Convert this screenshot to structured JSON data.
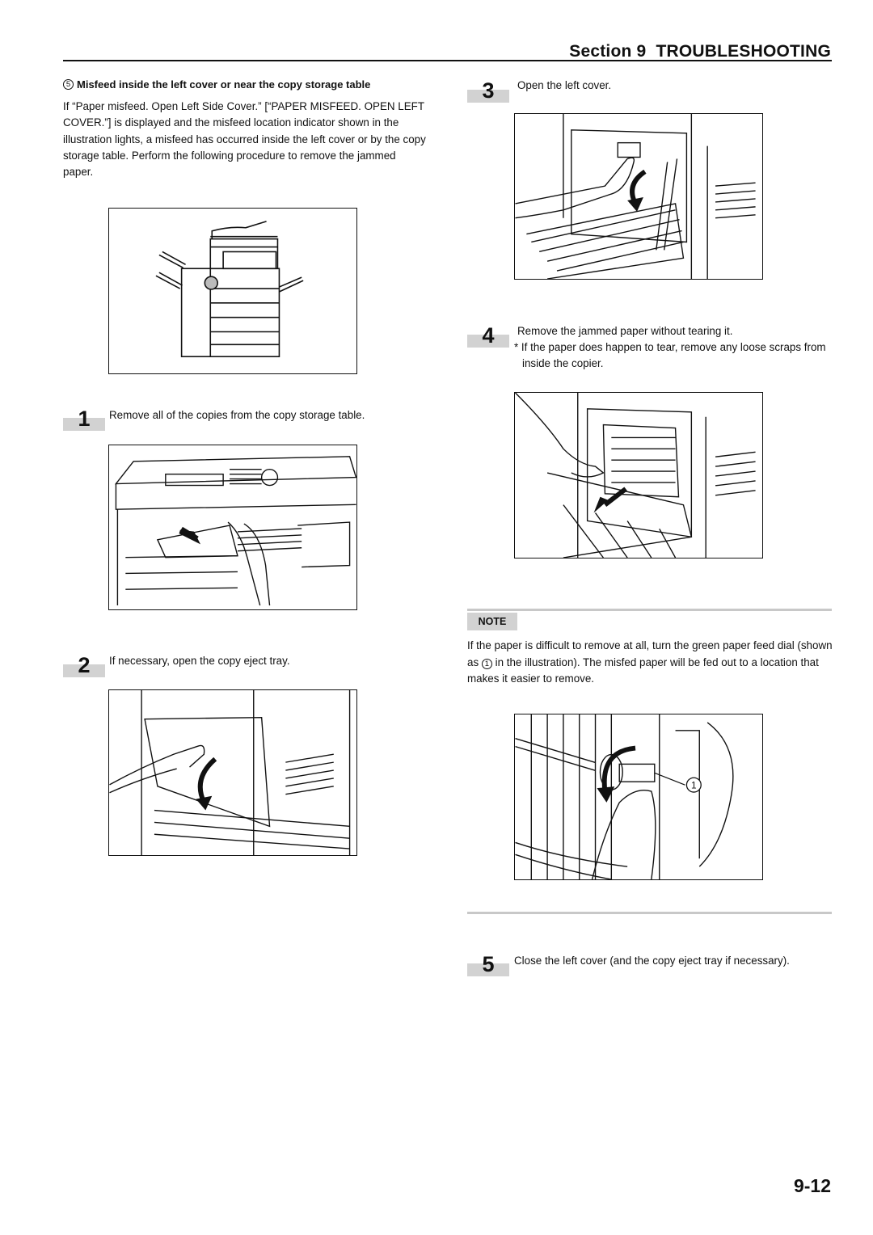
{
  "header": {
    "section_label": "Section 9",
    "section_title": "TROUBLESHOOTING"
  },
  "subsection": {
    "number": "5",
    "title": "Misfeed inside the left cover or near the copy storage table"
  },
  "intro_text": "If “Paper misfeed. Open Left Side Cover.” [“PAPER MISFEED. OPEN LEFT COVER.”] is displayed and the misfeed location indicator shown in the illustration lights, a misfeed has occurred inside the left cover or by the copy storage table. Perform the following procedure to remove the jammed paper.",
  "steps": [
    {
      "number": "1",
      "text": "Remove all of the copies from the copy storage table."
    },
    {
      "number": "2",
      "text": "If necessary, open the copy eject tray."
    },
    {
      "number": "3",
      "text": "Open the left cover."
    },
    {
      "number": "4",
      "text": "Remove the jammed paper without tearing it.",
      "subnote": "* If the paper does happen to tear, remove any loose scraps from inside the copier."
    },
    {
      "number": "5",
      "text": "Close the left cover (and the copy eject tray if necessary)."
    }
  ],
  "note": {
    "label": "NOTE",
    "text_before": "If the paper is difficult to remove at all, turn the green paper feed dial (shown as",
    "marker": "1",
    "text_after": "in the illustration). The misfed paper will be fed out to a location that makes it easier to remove."
  },
  "figures": {
    "dial_callout": "1"
  },
  "page_number": "9-12"
}
